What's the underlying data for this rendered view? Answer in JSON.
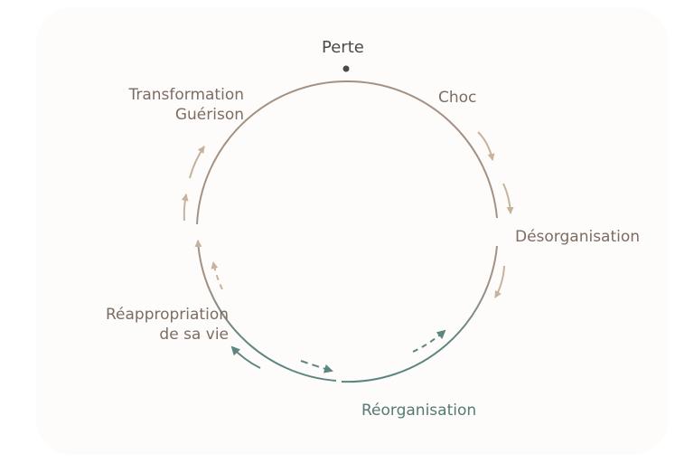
{
  "title_point": "Perte",
  "stages": {
    "choc": "Choc",
    "desorganisation": "Désorganisation",
    "reorganisation": "Réorganisation",
    "reappropriation_line1": "Réappropriation",
    "reappropriation_line2": "de sa vie",
    "transformation_line1": "Transformation",
    "transformation_line2": "Guérison"
  },
  "colors": {
    "brown": "#a39184",
    "teal": "#5e8681",
    "tan": "#c7b29d",
    "dark": "#4a4a4a",
    "label": "#7d6c62",
    "teal_label": "#557a75"
  }
}
